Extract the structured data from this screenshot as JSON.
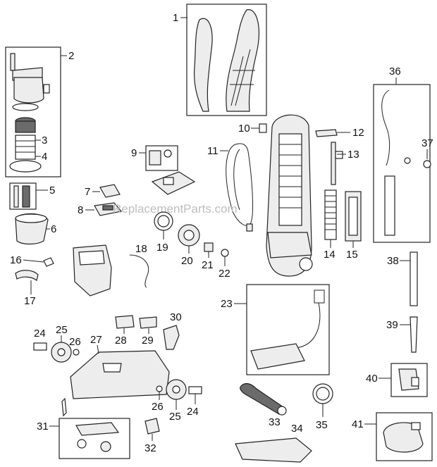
{
  "watermark": "ReplacementParts.com",
  "callouts": {
    "p1": "1",
    "p2": "2",
    "p3": "3",
    "p4": "4",
    "p5": "5",
    "p6": "6",
    "p7": "7",
    "p8": "8",
    "p9": "9",
    "p10": "10",
    "p11": "11",
    "p12": "12",
    "p13": "13",
    "p14": "14",
    "p15": "15",
    "p16": "16",
    "p17": "17",
    "p18": "18",
    "p19": "19",
    "p20": "20",
    "p21": "21",
    "p22": "22",
    "p23": "23",
    "p24a": "24",
    "p24b": "24",
    "p25a": "25",
    "p25b": "25",
    "p26a": "26",
    "p26b": "26",
    "p27": "27",
    "p28": "28",
    "p29": "29",
    "p30": "30",
    "p31": "31",
    "p32": "32",
    "p33": "33",
    "p34": "34",
    "p35": "35",
    "p36": "36",
    "p37": "37",
    "p38": "38",
    "p39": "39",
    "p40": "40",
    "p41": "41"
  }
}
